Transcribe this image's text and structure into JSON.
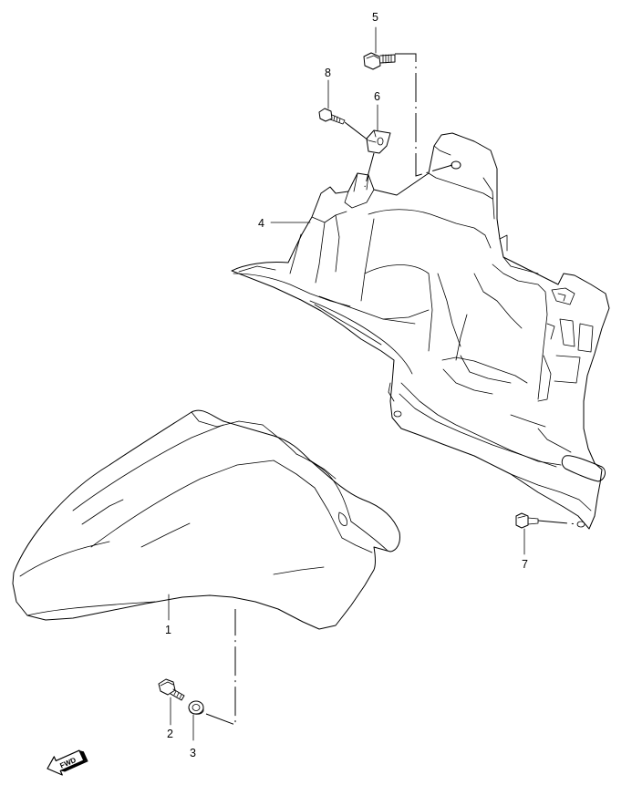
{
  "callouts": {
    "c1": "1",
    "c2": "2",
    "c3": "3",
    "c4": "4",
    "c5": "5",
    "c6": "6",
    "c7": "7",
    "c8": "8"
  },
  "direction_marker": {
    "text": "FWD",
    "icon": "forward-arrow-icon"
  }
}
